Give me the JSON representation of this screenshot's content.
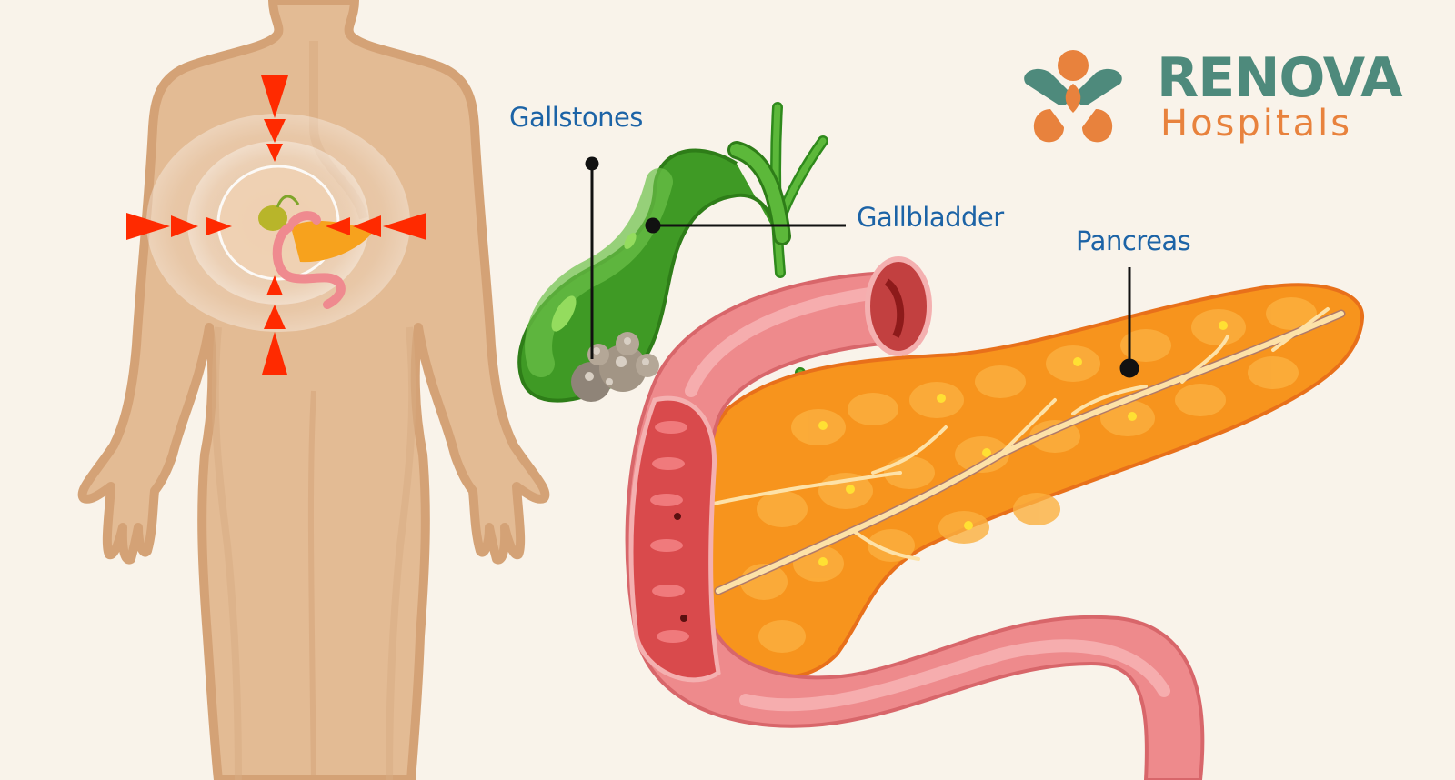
{
  "logo": {
    "name": "RENOVA",
    "subtitle": "Hospitals",
    "colors": {
      "teal": "#4e8a7c",
      "orange": "#e8823d"
    }
  },
  "labels": {
    "gallstones": "Gallstones",
    "gallbladder": "Gallbladder",
    "pancreas": "Pancreas"
  },
  "colors": {
    "background": "#f9f3ea",
    "label_text": "#1c63a6",
    "skin": "#e3bb94",
    "skin_outline": "#d4a276",
    "gallbladder": "#4ea52e",
    "pancreas": "#f7941d",
    "duodenum": "#ee8a8c",
    "pain_arrows": "#ff2a00"
  },
  "illustration": {
    "body_figure": "human-body-front",
    "pain_indicators": "red-arrows-pointing-to-abdomen",
    "organs": [
      "gallbladder",
      "gallstones",
      "bile-duct",
      "duodenum",
      "pancreas"
    ]
  }
}
